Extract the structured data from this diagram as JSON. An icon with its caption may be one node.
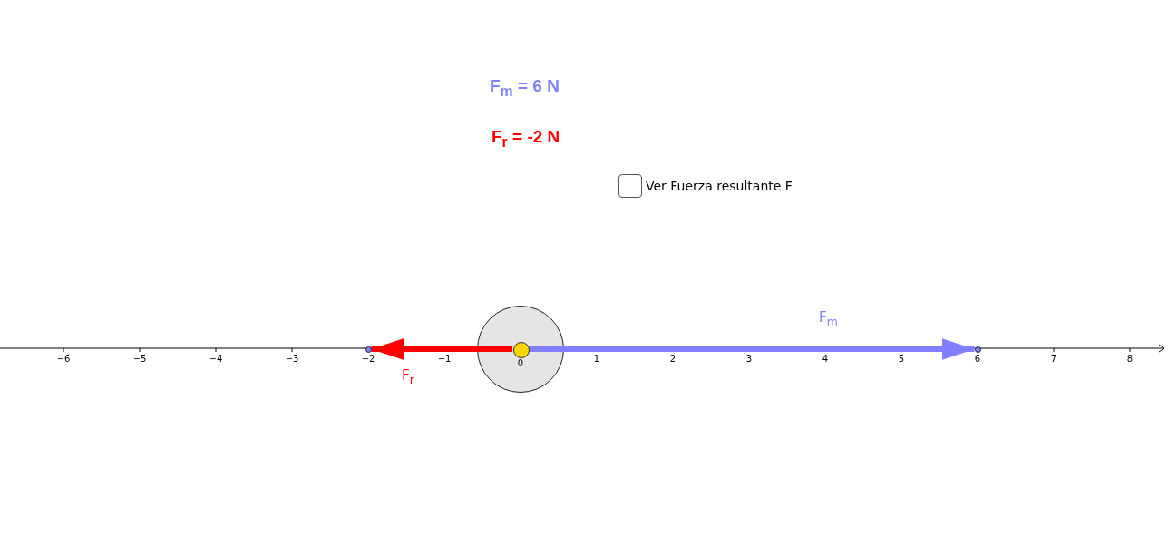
{
  "diagram": {
    "nodes": [
      {
        "text": [],
        "shape": "circle"
      },
      {
        "text": [],
        "shape": "circle",
        "in": 0
      },
      {
        "text": [],
        "shape": "circle"
      },
      {
        "text": [],
        "shape": "circle"
      }
    ],
    "edges": [
      {
        "from": 1,
        "to": 3,
        "arrow": "to",
        "label": "F$_{m}$",
        "color": "#7f7fff"
      },
      {
        "from": 1,
        "to": 2,
        "arrow": "to",
        "label": "F$_{r}$",
        "color": "#ff0000"
      }
    ],
    "labels": [
      "F$_{m}$ = 6 N",
      "F$_{r}$ = -2 N",
      "Ver Fuerza resultante F",
      "−6",
      "−5",
      "−4",
      "−3",
      "−2",
      "−1",
      "0",
      "1",
      "2",
      "3",
      "4",
      "5",
      "6",
      "7",
      "8"
    ]
  }
}
